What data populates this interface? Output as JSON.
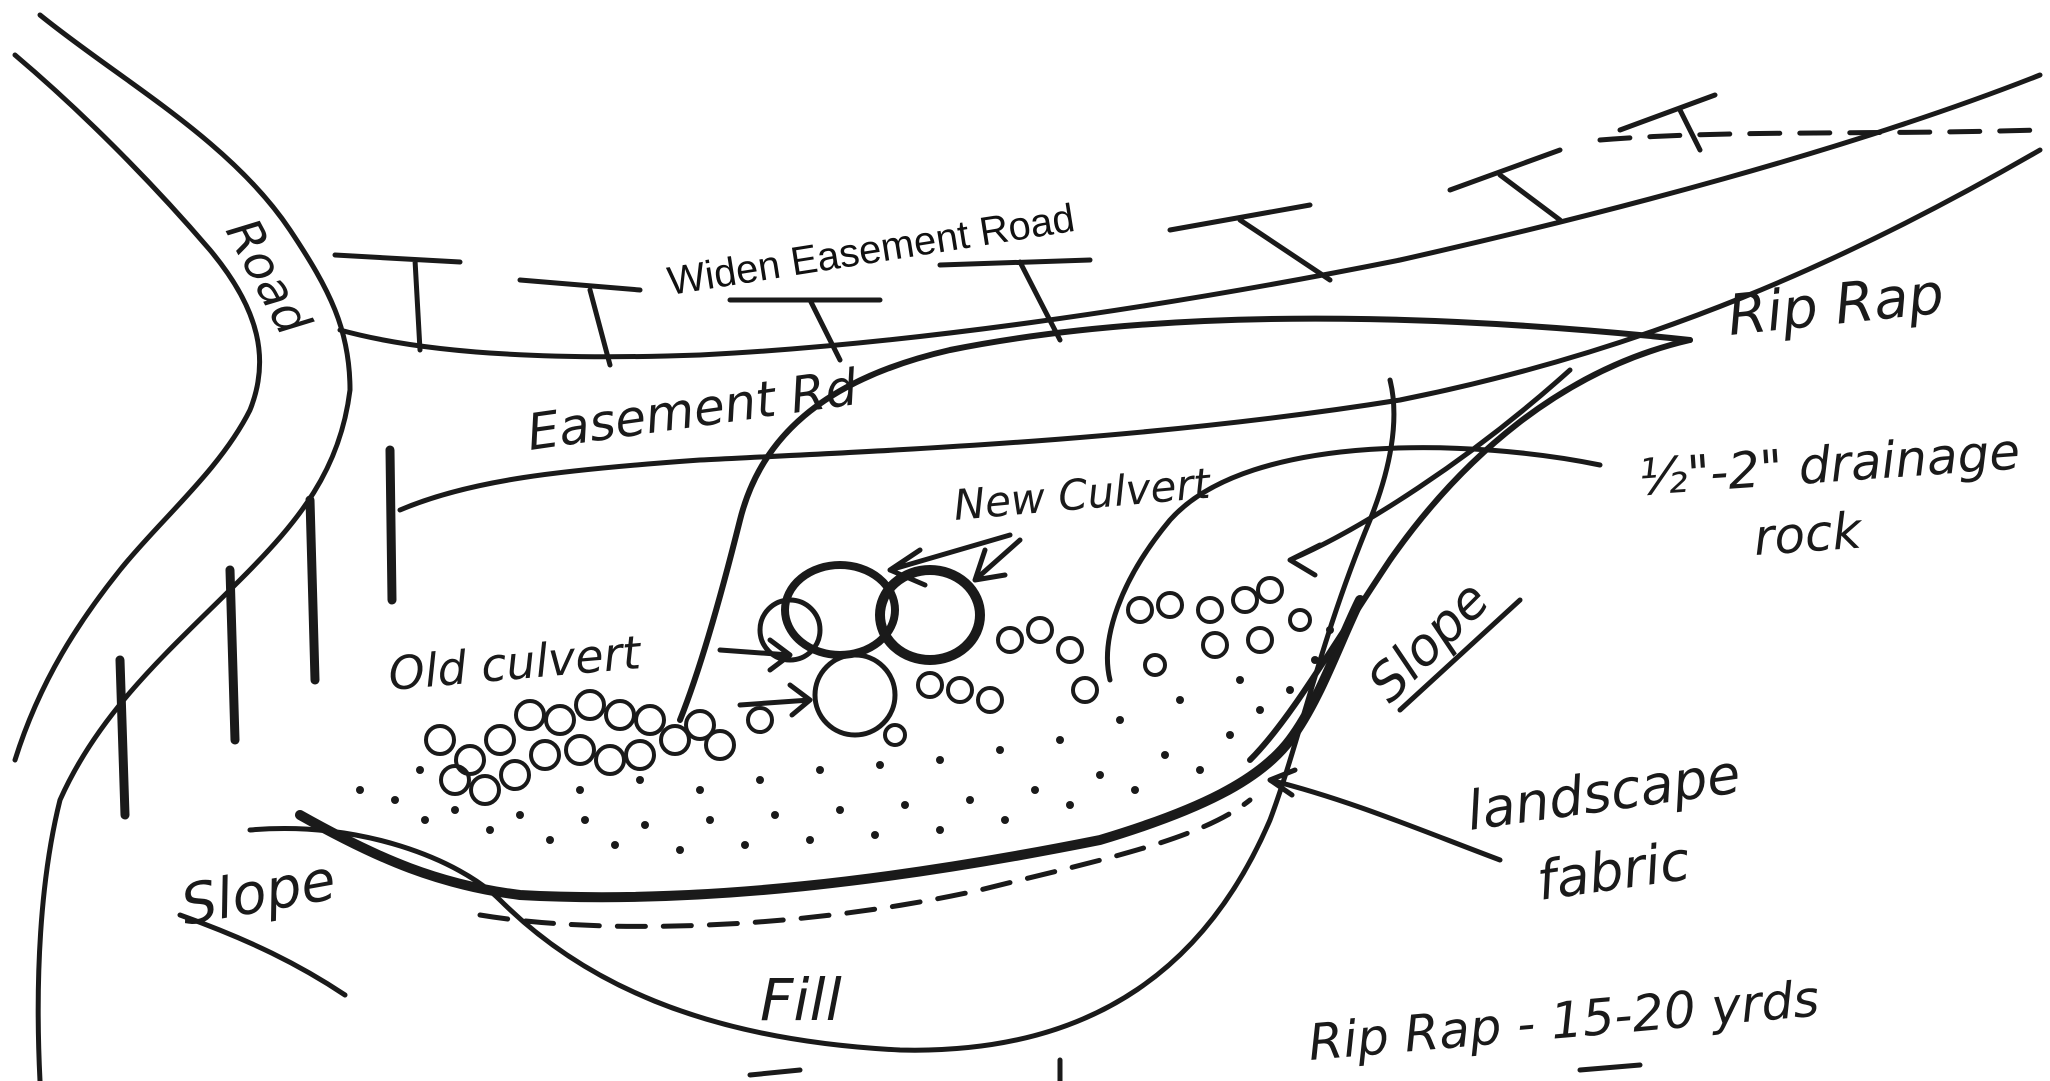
{
  "title": "Widen Easement Road",
  "labels": {
    "road": "Road",
    "easement_rd": "Easement Rd",
    "new_culvert": "New Culvert",
    "old_culvert": "Old culvert",
    "rip_rap": "Rip Rap",
    "drainage_rock_line1": "½\"-2\" drainage",
    "drainage_rock_line2": "rock",
    "slope_right": "Slope",
    "slope_left": "Slope",
    "landscape_fabric_line1": "landscape",
    "landscape_fabric_line2": "fabric",
    "fill": "Fill",
    "quantity_rip_rap": "Rip Rap  - 15-20 yrds"
  },
  "colors": {
    "ink": "#1a1a1a",
    "paper": "#ffffff"
  }
}
